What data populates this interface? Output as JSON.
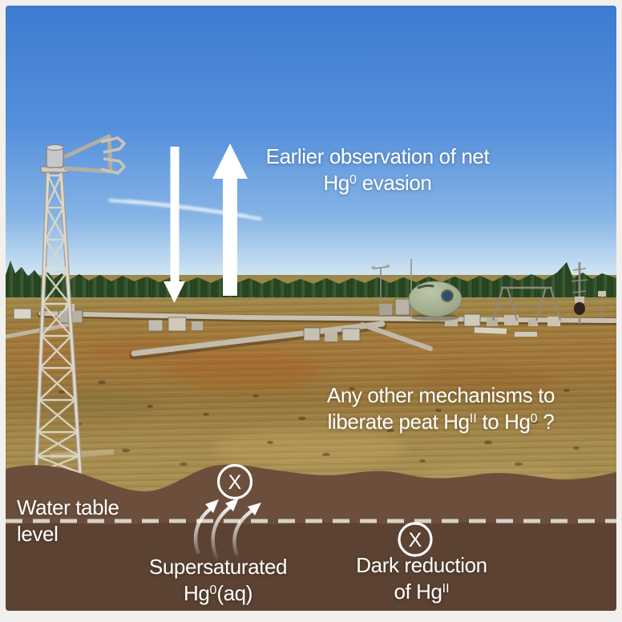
{
  "figure": {
    "type": "graphical-abstract",
    "scene": "Peatland eddy-covariance field site photograph with mercury flux schematic overlays"
  },
  "labels": {
    "evasion": {
      "line1": "Earlier observation of net",
      "l2a": "Hg",
      "l2sup": "0",
      "l2b": " evasion"
    },
    "mechanisms": {
      "line1": "Any other mechanisms to",
      "l2a": "liberate peat Hg",
      "l2supA": "II",
      "l2b": " to Hg",
      "l2supB": "0",
      "l2c": " ?"
    },
    "water_table": {
      "line1": "Water table",
      "line2": "level"
    },
    "supersaturated": {
      "line1": "Supersaturated",
      "l2a": "Hg",
      "l2sup": "0",
      "l2b": "(aq)"
    },
    "dark_reduction": {
      "line1": "Dark reduction",
      "l2a": "of Hg",
      "l2sup": "II"
    },
    "blocked_marker": "X"
  },
  "colors": {
    "sky_top": "#3c7bd0",
    "sky_horizon": "#cfe5f3",
    "forest": "#2f4d2a",
    "field_mid": "#a2763a",
    "soil_upper": "#6b4e3c",
    "soil_lower": "#5b4232",
    "dashed_line": "#d8d1c6",
    "annotation_white": "#ffffff",
    "page_margin": "#f2f0ed"
  }
}
